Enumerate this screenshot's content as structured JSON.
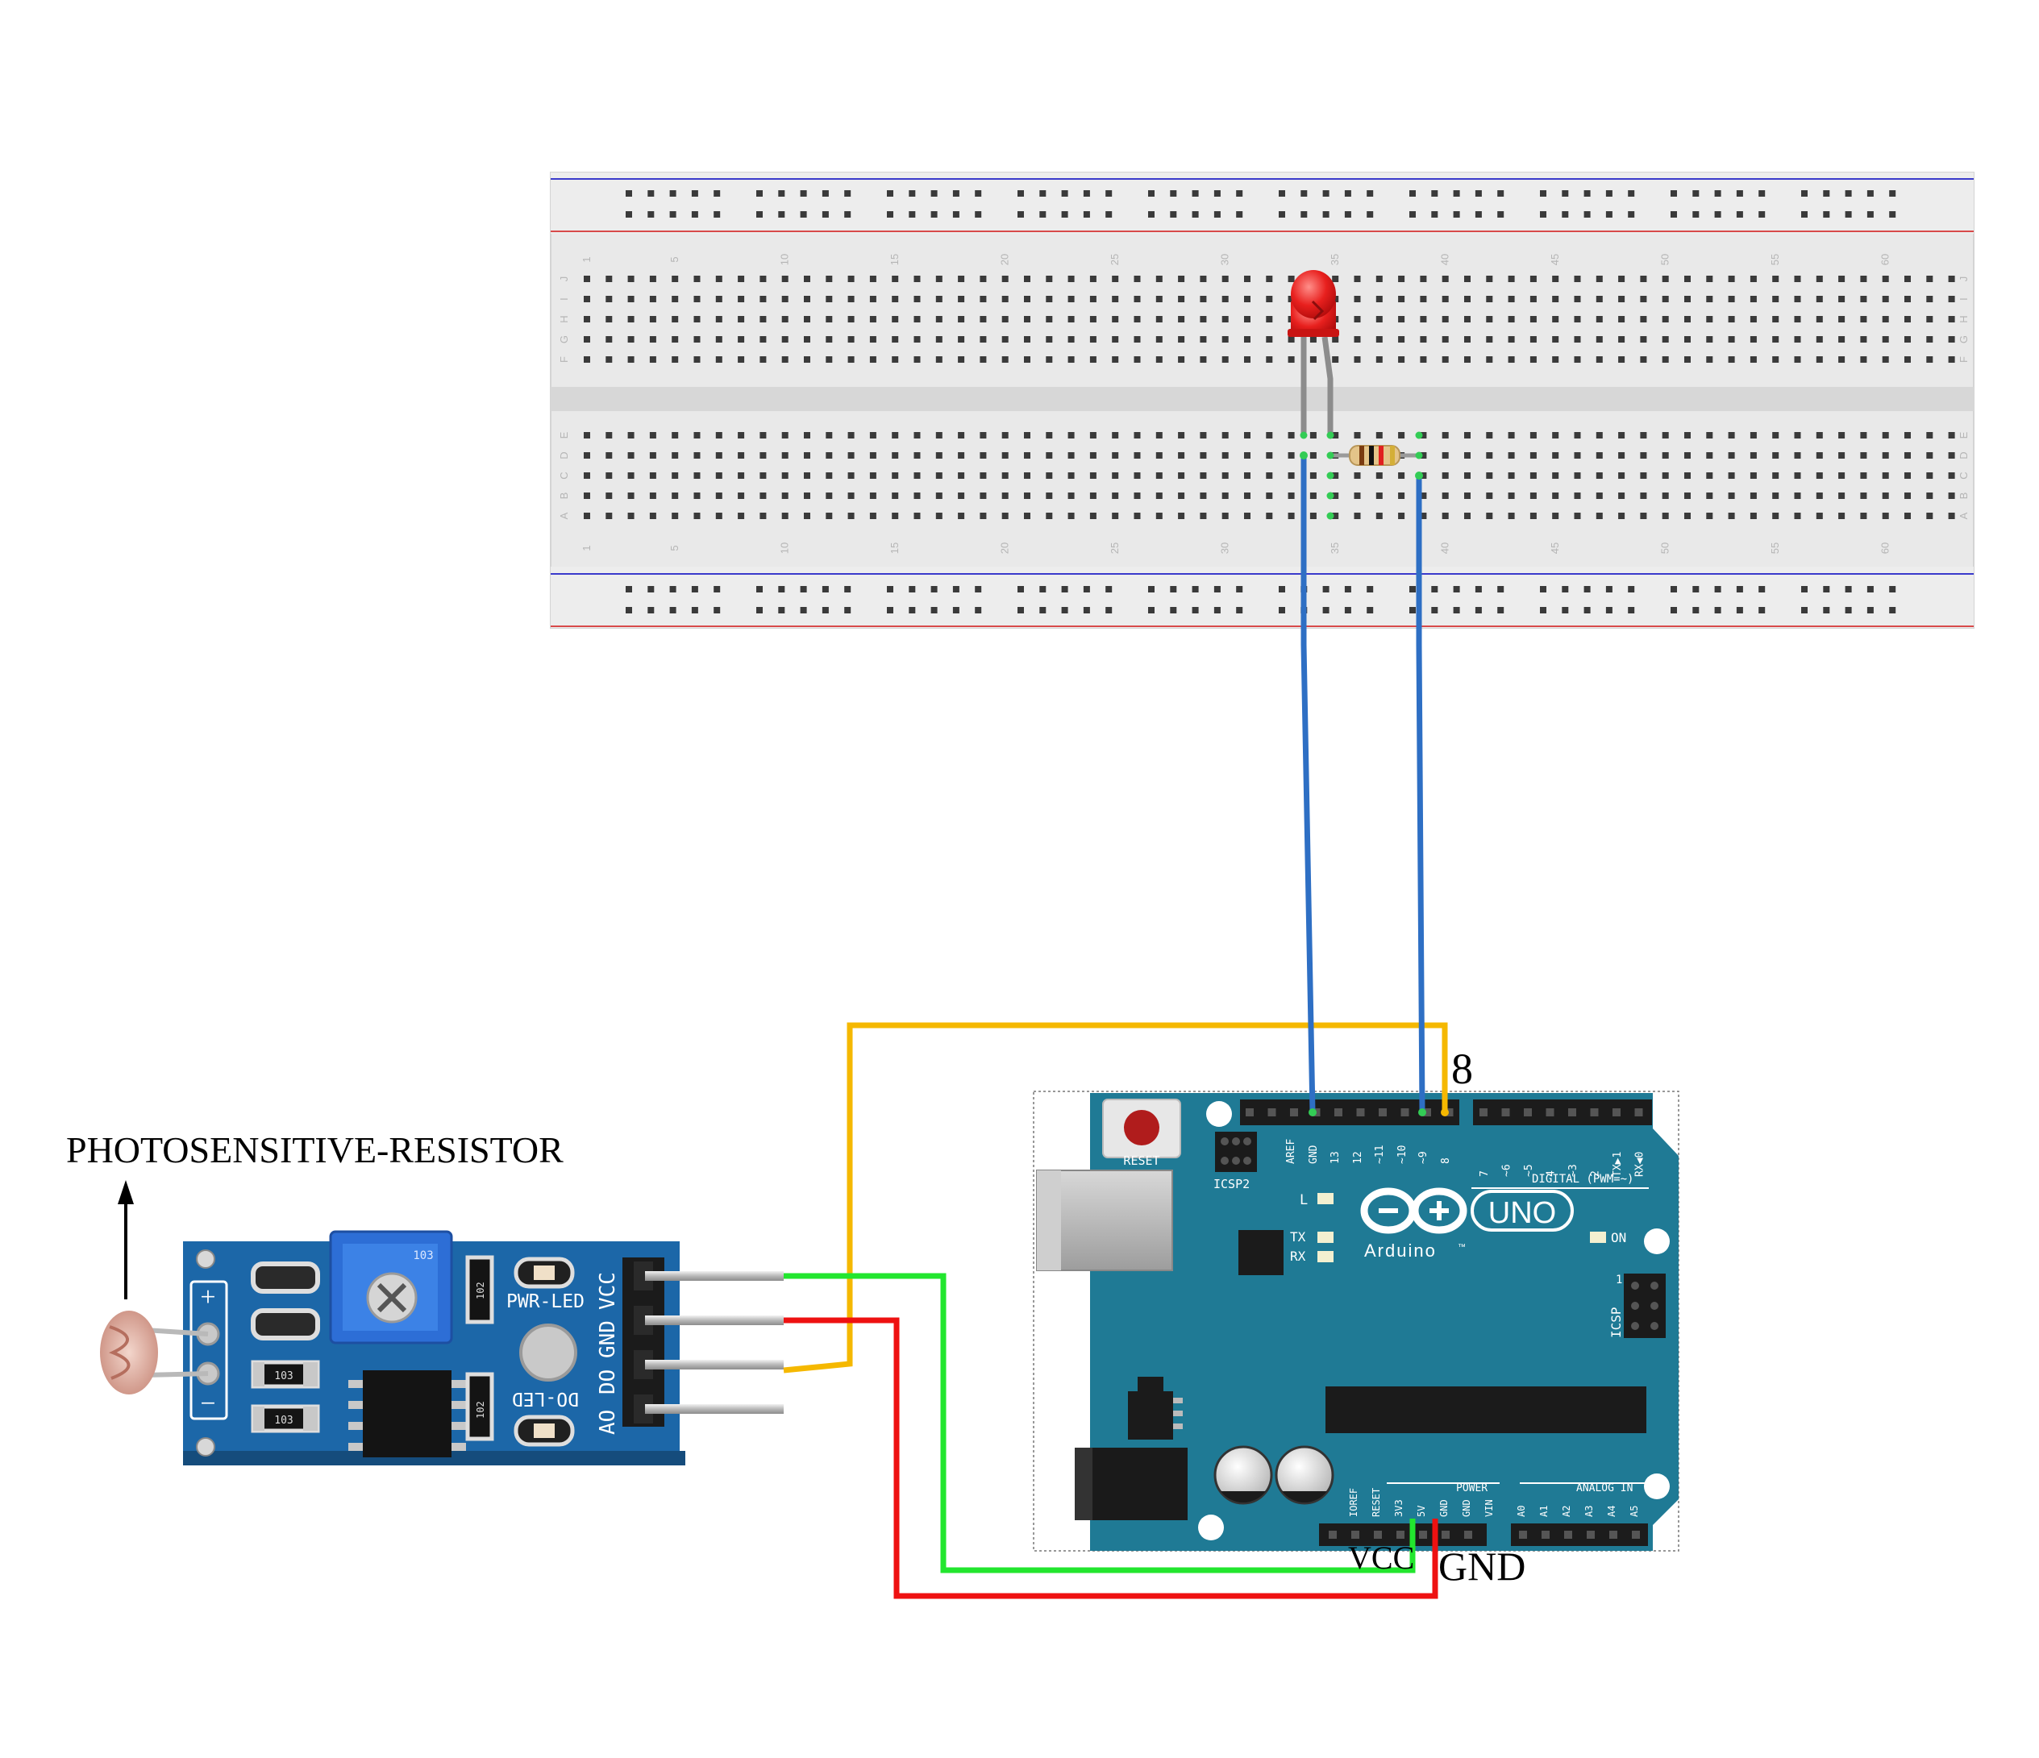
{
  "breadboard": {
    "column_numbers": [
      "1",
      "5",
      "10",
      "15",
      "20",
      "25",
      "30",
      "35",
      "40",
      "45",
      "50",
      "55",
      "60"
    ],
    "row_letters_top": [
      "J",
      "I",
      "H",
      "G",
      "F"
    ],
    "row_letters_bottom": [
      "E",
      "D",
      "C",
      "B",
      "A"
    ]
  },
  "arduino": {
    "reset_label": "RESET",
    "icsp2_label": "ICSP2",
    "icsp_label": "ICSP",
    "icsp_pin1": "1",
    "digital_label": "DIGITAL (PWM=~)",
    "l_label": "L",
    "tx_label": "TX",
    "rx_label": "RX",
    "on_label": "ON",
    "uno_label": "UNO",
    "arduino_label": "Arduino",
    "trademark": "™",
    "power_label": "POWER",
    "analog_label": "ANALOG IN",
    "digital_pins": [
      "AREF",
      "GND",
      "13",
      "12",
      "~11",
      "~10",
      "~9",
      "8",
      "7",
      "~6",
      "~5",
      "4",
      "~3",
      "2",
      "TX▶1",
      "RX◀0"
    ],
    "power_pins": [
      "IOREF",
      "RESET",
      "3V3",
      "5V",
      "GND",
      "GND",
      "VIN"
    ],
    "analog_pins": [
      "A0",
      "A1",
      "A2",
      "A3",
      "A4",
      "A5"
    ]
  },
  "sensor": {
    "pwr_led": "PWR-LED",
    "do_led": "DO-LED",
    "pins": [
      "VCC",
      "GND",
      "DO",
      "AO"
    ],
    "pot_mark": "103",
    "r1": "102",
    "r2": "103",
    "r3": "103",
    "r4": "102",
    "plus": "+",
    "minus": "−"
  },
  "labels": {
    "photoresistor": "PHOTOSENSITIVE-RESISTOR",
    "pin_8": "8",
    "vcc": "VCC",
    "gnd": "GND"
  },
  "colors": {
    "wire_blue": "#2e6fc4",
    "wire_yellow": "#f5b800",
    "wire_green": "#22e62e",
    "wire_red": "#ee1111",
    "arduino_board": "#1f7a95",
    "sensor_board": "#1c67a8",
    "breadboard": "#e9e9e9",
    "led_red": "#e8201e"
  }
}
